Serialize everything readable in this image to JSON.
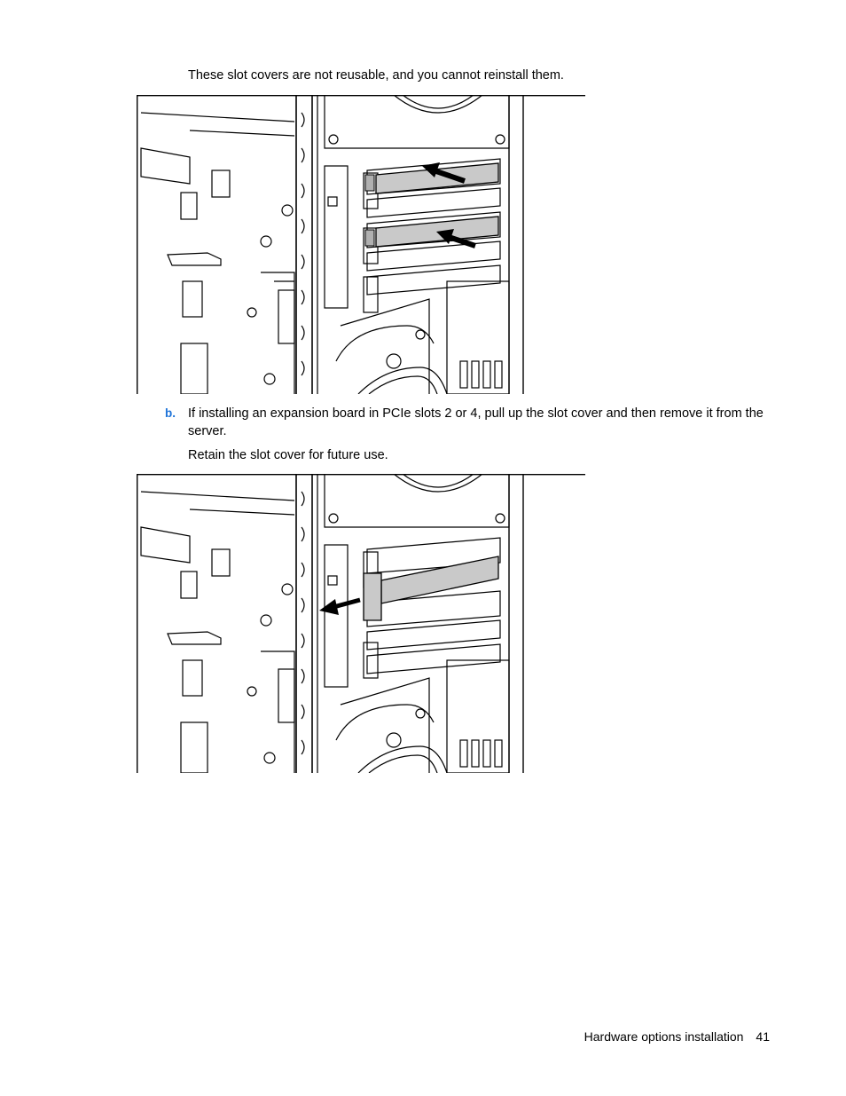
{
  "content": {
    "intro_text": "These slot covers are not reusable, and you cannot reinstall them.",
    "step_b": {
      "marker": "b.",
      "text": "If installing an expansion board in PCIe slots 2 or 4, pull up the slot cover and then remove it from the server."
    },
    "retain_text": "Retain the slot cover for future use."
  },
  "figures": [
    {
      "id": "remove-slot-covers-illustration",
      "highlight_color": "#c9c9c9"
    },
    {
      "id": "pull-up-slot-cover-illustration",
      "highlight_color": "#c9c9c9"
    }
  ],
  "footer": {
    "section_title": "Hardware options installation",
    "page_number": "41"
  },
  "colors": {
    "step_marker": "#1e73d8",
    "text": "#000000"
  }
}
